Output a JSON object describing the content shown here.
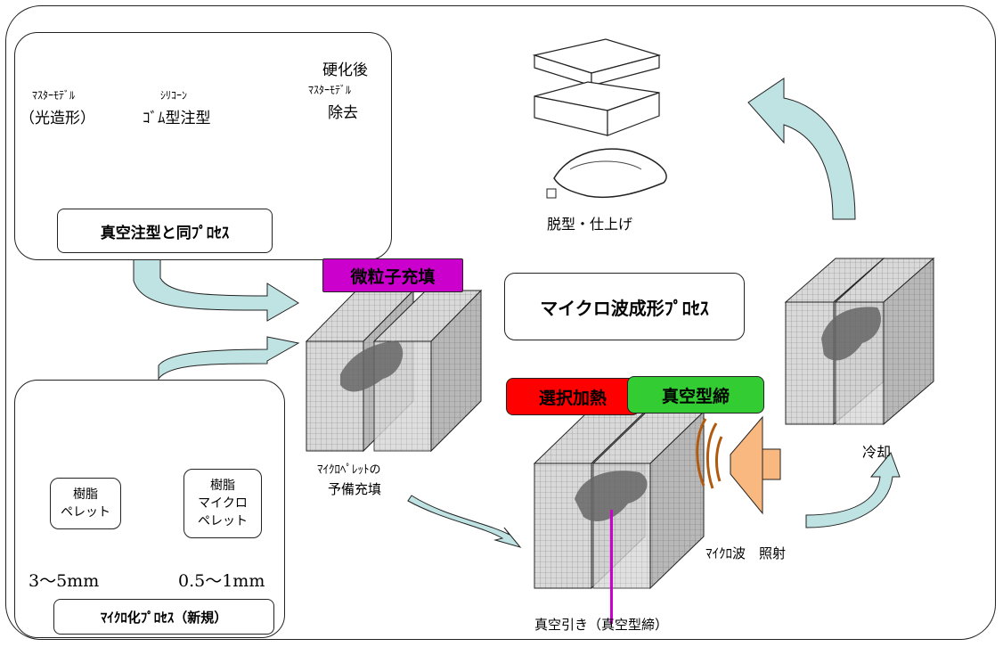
{
  "top_left_panel": {
    "master_model_label": "ﾏｽﾀｰﾓﾃﾞﾙ",
    "master_model_sub": "（光造形）",
    "silicone_label": "ｼﾘｺｰﾝ",
    "silicone_sub": "ｺﾞﾑ型注型",
    "after_cure_label": "硬化後",
    "after_cure_master": "ﾏｽﾀｰﾓﾃﾞﾙ",
    "after_cure_remove": "除去",
    "process_label": "真空注型と同ﾌﾟﾛｾｽ"
  },
  "bottom_left_panel": {
    "resin_pellet": "樹脂\nペレット",
    "resin_micro_pellet": "樹脂\nマイクロ\nペレット",
    "size_large": "3～5mm",
    "size_small": "0.5～1mm",
    "process_label": "ﾏｲｸﾛ化ﾌﾟﾛｾｽ（新規）"
  },
  "center": {
    "fill_tag": "微粒子充填",
    "prefill_line1": "ﾏｲｸﾛﾍﾟﾚｯﾄの",
    "prefill_line2": "予備充填",
    "process_title": "マイクロ波成形ﾌﾟﾛｾｽ",
    "select_heat_tag": "選択加熱",
    "vacuum_clamp_tag": "真空型締",
    "microwave_label": "ﾏｲｸﾛ波　照射",
    "vacuum_pull_label": "真空引き（真空型締）"
  },
  "right": {
    "demold_label": "脱型・仕上げ",
    "cooling_label": "冷却"
  },
  "colors": {
    "fill_tag": "#cc00cc",
    "select_heat_tag": "#ff0000",
    "vacuum_clamp_tag": "#33cc33",
    "arrow": "#bfe3e3",
    "emitter": "#f8b880"
  }
}
